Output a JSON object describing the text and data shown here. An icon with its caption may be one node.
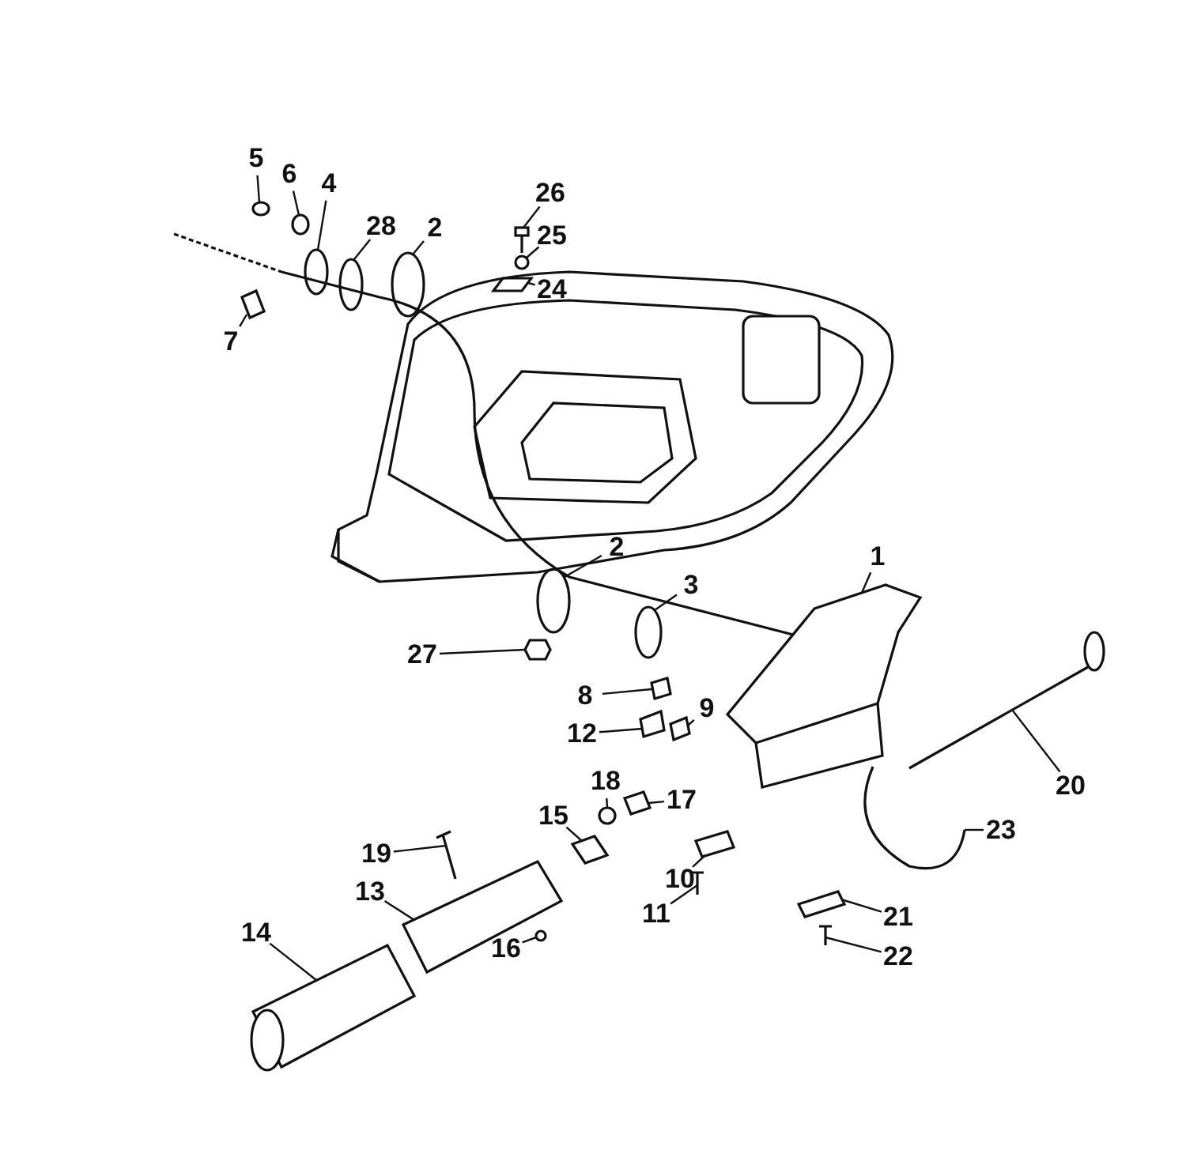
{
  "diagram": {
    "nodes": [
      {
        "text": [
          "5"
        ]
      },
      {
        "text": [
          "6"
        ]
      },
      {
        "text": [
          "26"
        ]
      },
      {
        "text": [
          "4"
        ]
      },
      {
        "text": [
          "28"
        ]
      },
      {
        "text": [
          "2"
        ]
      },
      {
        "text": [
          "25"
        ]
      },
      {
        "text": [
          "24"
        ]
      },
      {
        "text": [
          "7"
        ]
      },
      {
        "text": [
          "2"
        ]
      },
      {
        "text": [
          "3"
        ]
      },
      {
        "text": [
          "1"
        ]
      },
      {
        "text": [
          "27"
        ]
      },
      {
        "text": [
          "8"
        ]
      },
      {
        "text": [
          "9"
        ]
      },
      {
        "text": [
          "12"
        ]
      },
      {
        "text": [
          "20"
        ]
      },
      {
        "text": [
          "18"
        ]
      },
      {
        "text": [
          "17"
        ]
      },
      {
        "text": [
          "15"
        ]
      },
      {
        "text": [
          "23"
        ]
      },
      {
        "text": [
          "19"
        ]
      },
      {
        "text": [
          "13"
        ]
      },
      {
        "text": [
          "10"
        ]
      },
      {
        "text": [
          "21"
        ]
      },
      {
        "text": [
          "11"
        ]
      },
      {
        "text": [
          "22"
        ]
      },
      {
        "text": [
          "14"
        ]
      },
      {
        "text": [
          "16"
        ]
      },
      {
        "text": [],
        "shape": "circle"
      },
      {
        "text": [],
        "shape": "circle"
      },
      {
        "text": [],
        "shape": "picture"
      },
      {
        "text": [],
        "shape": "circle"
      },
      {
        "text": [],
        "shape": "circle"
      },
      {
        "text": [],
        "shape": "circle"
      },
      {
        "text": [],
        "shape": "circle"
      },
      {
        "text": [],
        "shape": "picture"
      },
      {
        "text": [],
        "shape": "picture"
      },
      {
        "text": [],
        "shape": "circle"
      },
      {
        "text": [],
        "shape": "circle"
      },
      {
        "text": [],
        "shape": "picture"
      },
      {
        "text": [],
        "shape": "picture"
      },
      {
        "text": [],
        "shape": "picture"
      },
      {
        "text": [],
        "shape": "picture"
      },
      {
        "text": [],
        "shape": "picture"
      },
      {
        "text": [],
        "shape": "picture"
      },
      {
        "text": [],
        "shape": "circle"
      },
      {
        "text": [],
        "shape": "picture"
      },
      {
        "text": [],
        "shape": "picture"
      },
      {
        "text": [],
        "shape": "picture"
      },
      {
        "text": [],
        "shape": "picture"
      },
      {
        "text": [],
        "shape": "picture"
      },
      {
        "text": [],
        "shape": "picture"
      },
      {
        "text": [],
        "shape": "picture"
      },
      {
        "text": [],
        "shape": "picture"
      },
      {
        "text": [],
        "shape": "picture"
      },
      {
        "text": [],
        "shape": "picture"
      },
      {
        "text": [],
        "shape": "circle"
      }
    ],
    "edges": [
      {
        "from": 0,
        "to": 29,
        "arrow": "none"
      },
      {
        "from": 1,
        "to": 30,
        "arrow": "none"
      },
      {
        "from": 2,
        "to": 31,
        "arrow": "none"
      },
      {
        "from": 3,
        "to": 32,
        "arrow": "none"
      },
      {
        "from": 4,
        "to": 33,
        "arrow": "none"
      },
      {
        "from": 5,
        "to": 34,
        "arrow": "none"
      },
      {
        "from": 6,
        "to": 35,
        "arrow": "none"
      },
      {
        "from": 7,
        "to": 36,
        "arrow": "none"
      },
      {
        "from": 8,
        "to": 37,
        "arrow": "none"
      },
      {
        "from": 9,
        "to": 38,
        "arrow": "none"
      },
      {
        "from": 10,
        "to": 39,
        "arrow": "none"
      },
      {
        "from": 11,
        "to": 40,
        "arrow": "none"
      },
      {
        "from": 12,
        "to": 41,
        "arrow": "none"
      },
      {
        "from": 13,
        "to": 42,
        "arrow": "none"
      },
      {
        "from": 14,
        "to": 43,
        "arrow": "none"
      },
      {
        "from": 15,
        "to": 44,
        "arrow": "none"
      },
      {
        "from": 16,
        "to": 45,
        "arrow": "none"
      },
      {
        "from": 17,
        "to": 46,
        "arrow": "none"
      },
      {
        "from": 18,
        "to": 47,
        "arrow": "none"
      },
      {
        "from": 19,
        "to": 48,
        "arrow": "none"
      },
      {
        "from": 20,
        "to": 49,
        "arrow": "none"
      },
      {
        "from": 21,
        "to": 50,
        "arrow": "none"
      },
      {
        "from": 22,
        "to": 51,
        "arrow": "none"
      },
      {
        "from": 23,
        "to": 52,
        "arrow": "none"
      },
      {
        "from": 24,
        "to": 53,
        "arrow": "none"
      },
      {
        "from": 25,
        "to": 54,
        "arrow": "none"
      },
      {
        "from": 26,
        "to": 55,
        "arrow": "none"
      },
      {
        "from": 27,
        "to": 56,
        "arrow": "none"
      },
      {
        "from": 28,
        "to": 57,
        "arrow": "none"
      }
    ]
  }
}
